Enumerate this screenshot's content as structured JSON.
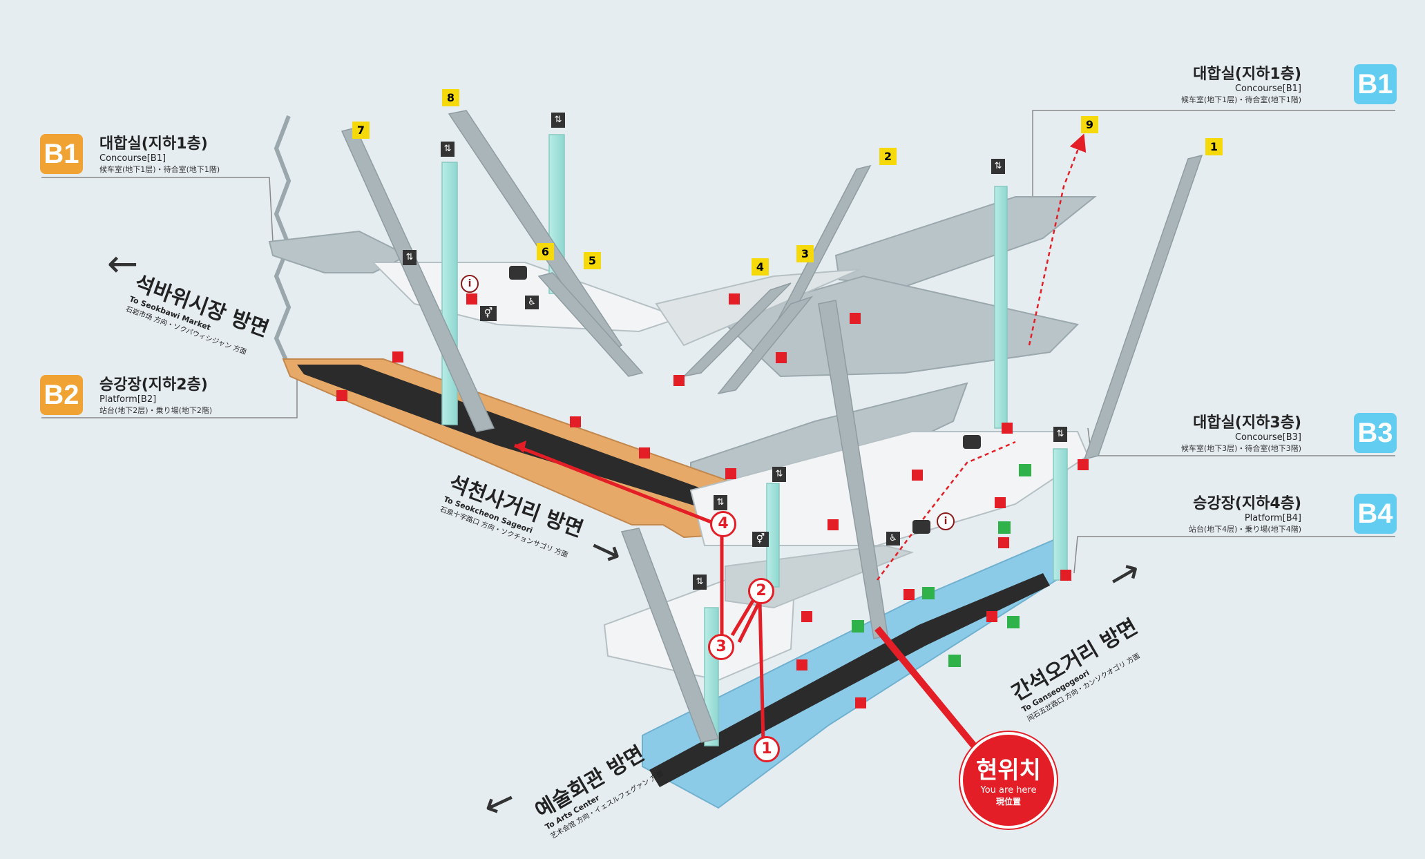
{
  "floors": {
    "left_b1": {
      "badge": "B1",
      "ko": "대합실(지하1층)",
      "en": "Concourse[B1]",
      "ja": "候车室(地下1层)・待合室(地下1階)"
    },
    "left_b2": {
      "badge": "B2",
      "ko": "승강장(지하2층)",
      "en": "Platform[B2]",
      "ja": "站台(地下2层)・乗り場(地下2階)"
    },
    "right_b1": {
      "badge": "B1",
      "ko": "대합실(지하1층)",
      "en": "Concourse[B1]",
      "ja": "候车室(地下1层)・待合室(地下1階)"
    },
    "right_b3": {
      "badge": "B3",
      "ko": "대합실(지하3층)",
      "en": "Concourse[B3]",
      "ja": "候车室(地下3层)・待合室(地下3階)"
    },
    "right_b4": {
      "badge": "B4",
      "ko": "승강장(지하4층)",
      "en": "Platform[B4]",
      "ja": "站台(地下4层)・乗り場(地下4階)"
    }
  },
  "directions": {
    "seokbawi": {
      "ko": "석바위시장 방면",
      "en": "To Seokbawi Market",
      "ja": "石岩市场 方向・ソクパウィシジャン 方面"
    },
    "seokcheon": {
      "ko": "석천사거리 방면",
      "en": "To Seokcheon Sageori",
      "ja": "石泉十字路口 方向・ソクチョンサゴリ 方面"
    },
    "arts": {
      "ko": "예술회관 방면",
      "en": "To Arts Center",
      "ja": "艺术会馆 方向・イェスルフェグァン 方面"
    },
    "ganseok": {
      "ko": "간석오거리 방면",
      "en": "To Ganseogogeori",
      "ja": "间石五岔路口 方向・カンソクオゴリ 方面"
    }
  },
  "exits": [
    "1",
    "2",
    "3",
    "4",
    "5",
    "6",
    "7",
    "8",
    "9"
  ],
  "route_steps": [
    "1",
    "2",
    "3",
    "4"
  ],
  "you_are_here": {
    "ko": "현위치",
    "en": "You are here",
    "zh": "現位置"
  },
  "colors": {
    "orange": "#f0a232",
    "blue": "#62cdf0",
    "route": "#e41e26",
    "exit_yellow": "#f5d90a",
    "track_blue": "#8ccbe8",
    "platform_orange": "#e7a968"
  },
  "icons": [
    "elevator-icon",
    "restroom-icon",
    "information-icon",
    "escalator-icon",
    "fire-extinguisher-icon",
    "emergency-phone-icon",
    "wheelchair-icon",
    "customer-service-icon"
  ]
}
